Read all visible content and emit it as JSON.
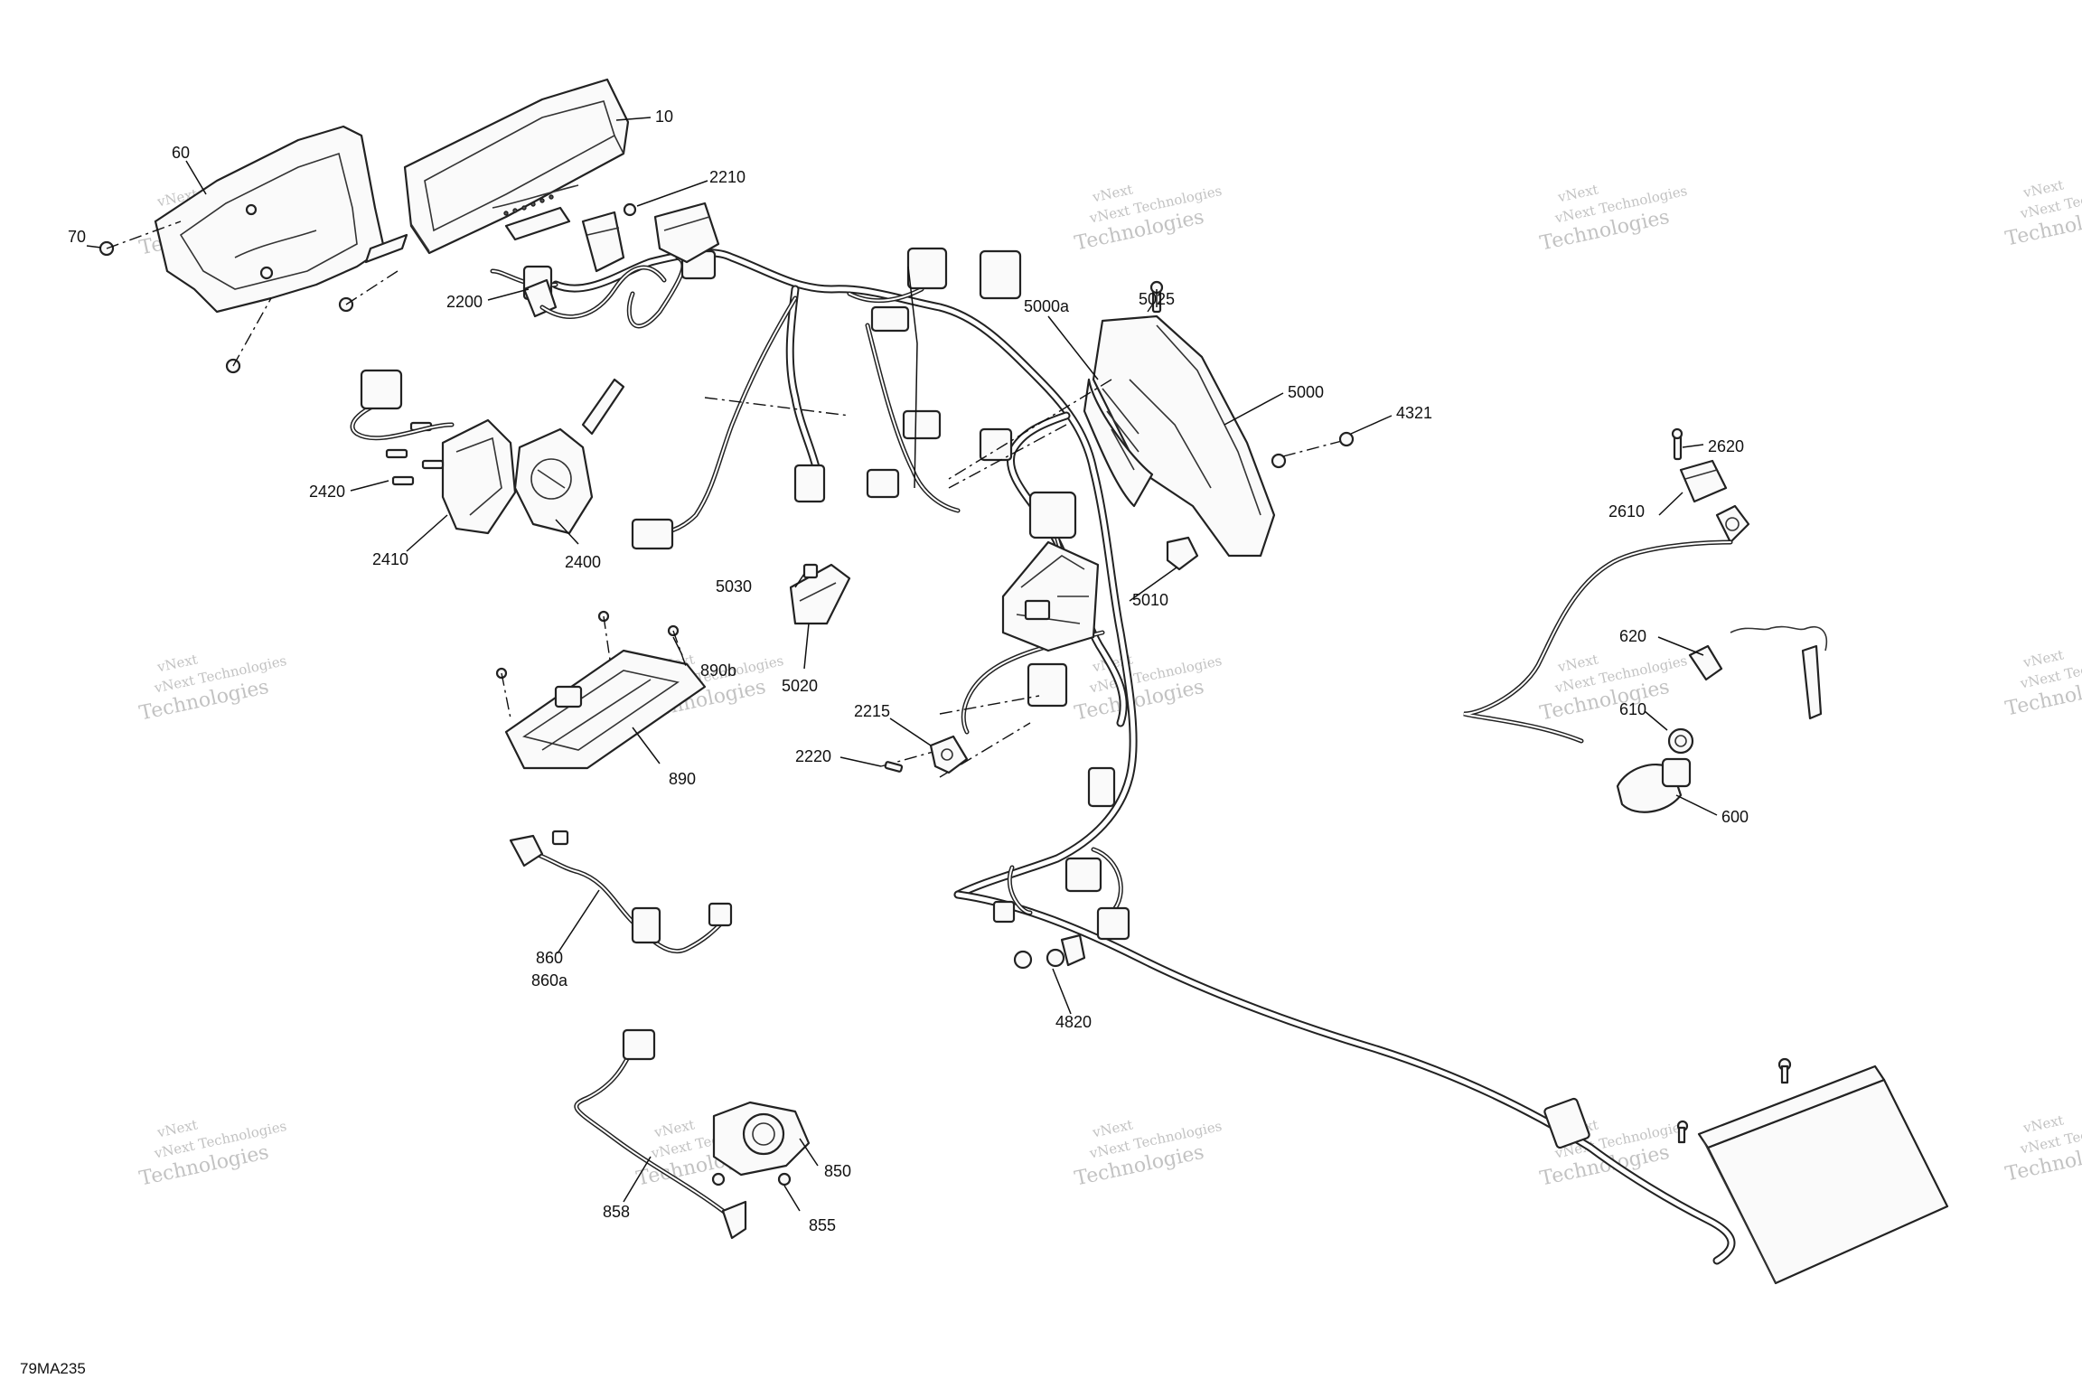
{
  "figure_code": "79MA235",
  "watermark": {
    "line1": "vNext Technologies",
    "line2": "Technologies",
    "line3": "vNext"
  },
  "callouts": {
    "c10": "10",
    "c60": "60",
    "c70": "70",
    "c2210": "2210",
    "c2200": "2200",
    "c5025": "5025",
    "c5000a": "5000a",
    "c5000": "5000",
    "c4321": "4321",
    "c2620": "2620",
    "c2610": "2610",
    "c2420": "2420",
    "c2410": "2410",
    "c2400": "2400",
    "c5030": "5030",
    "c5020": "5020",
    "c5010": "5010",
    "c890b": "890b",
    "c890": "890",
    "c2215": "2215",
    "c2220": "2220",
    "c620": "620",
    "c610": "610",
    "c600": "600",
    "c860": "860",
    "c860a": "860a",
    "c4820": "4820",
    "c850": "850",
    "c858": "858",
    "c855": "855"
  }
}
